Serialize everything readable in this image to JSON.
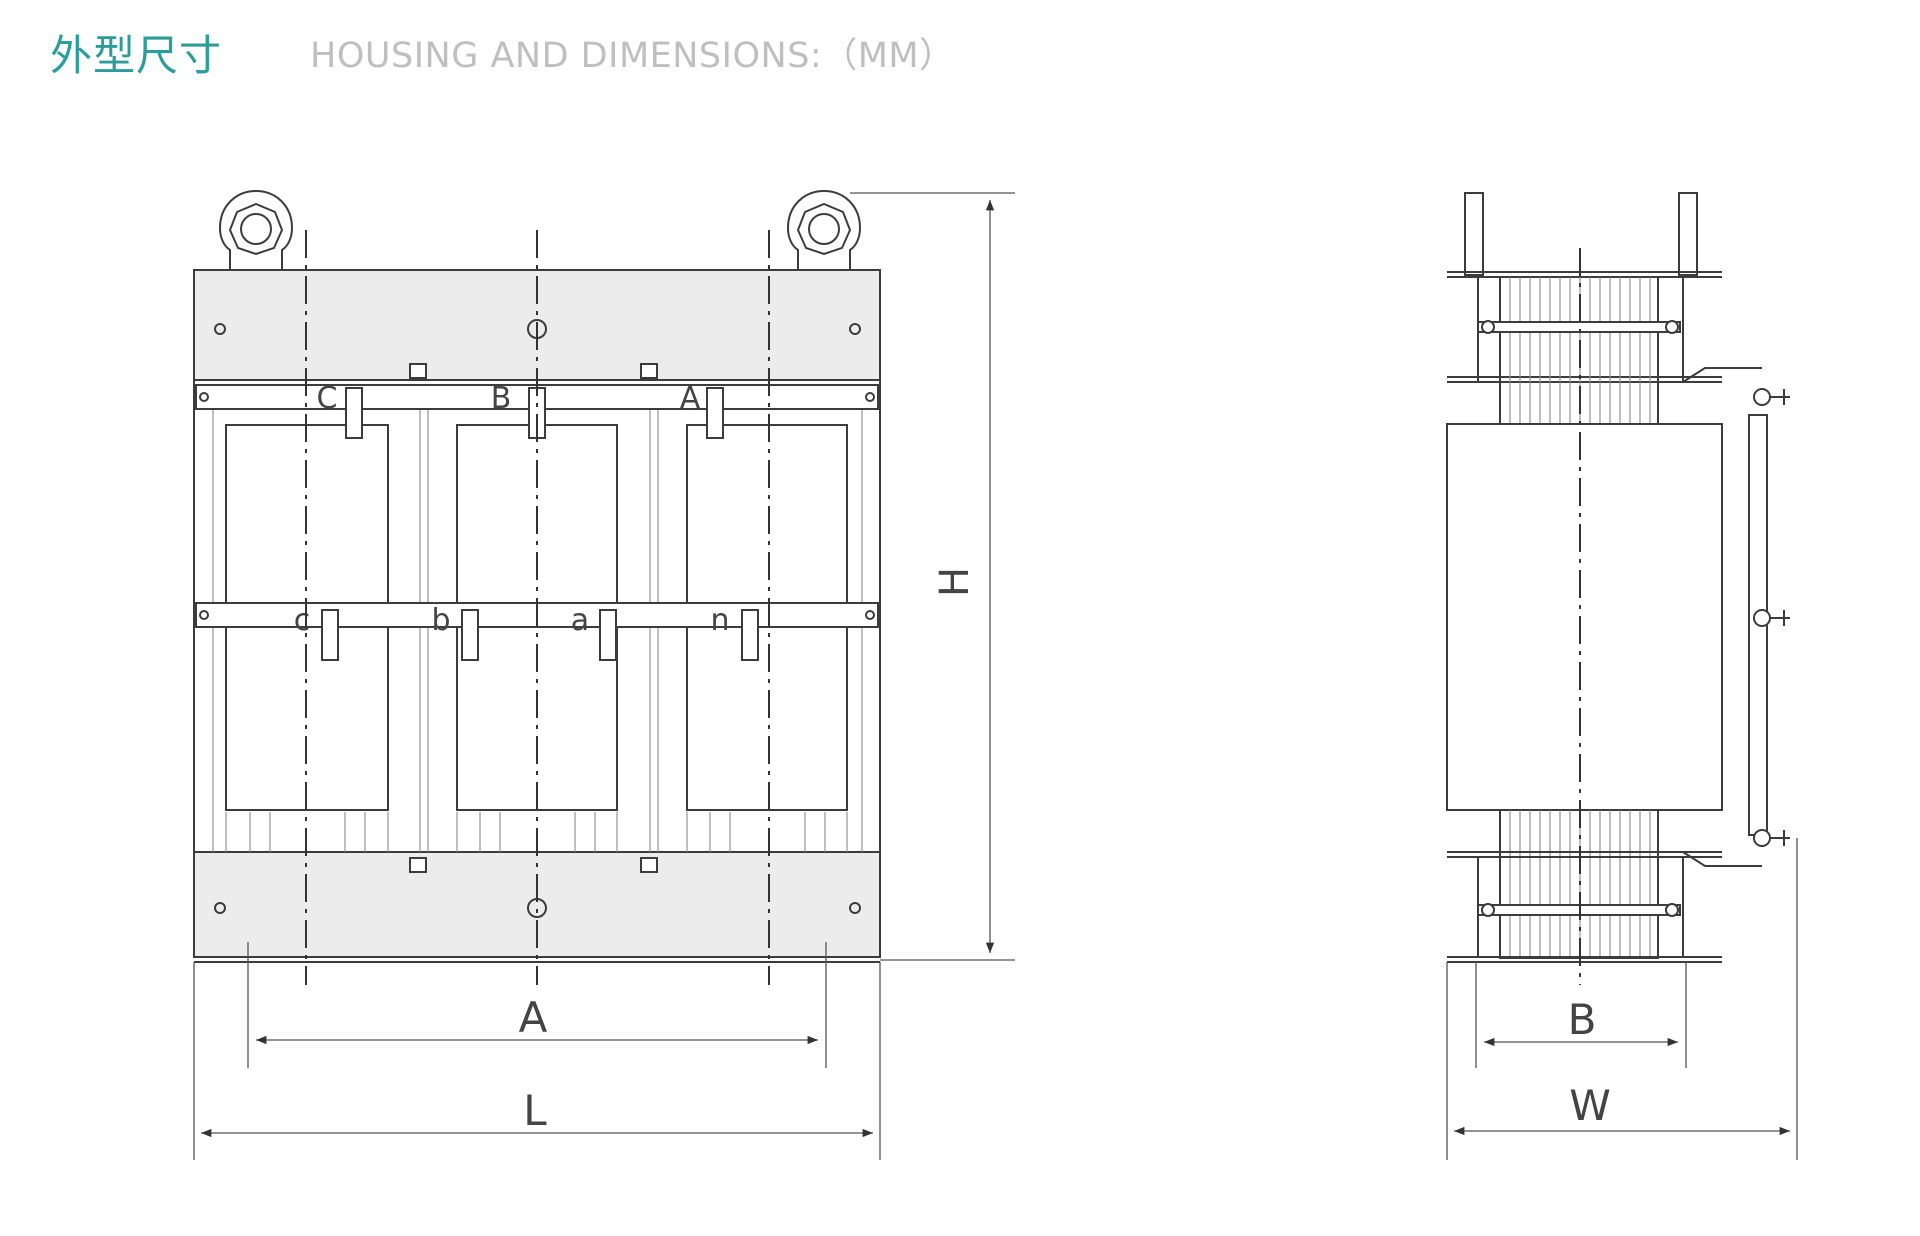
{
  "header": {
    "title_cn": "外型尺寸",
    "title_en": "HOUSING AND DIMENSIONS:（MM）"
  },
  "front_view": {
    "phase_top": [
      "C",
      "B",
      "A"
    ],
    "phase_bottom": [
      "c",
      "b",
      "a",
      "n"
    ],
    "dim_height": "H",
    "dim_mount": "A",
    "dim_length": "L"
  },
  "side_view": {
    "dim_mount": "B",
    "dim_width": "W"
  },
  "colors": {
    "title": "#2b9d9b",
    "subtitle": "#bfbfbf",
    "line": "#3c3c3c"
  }
}
